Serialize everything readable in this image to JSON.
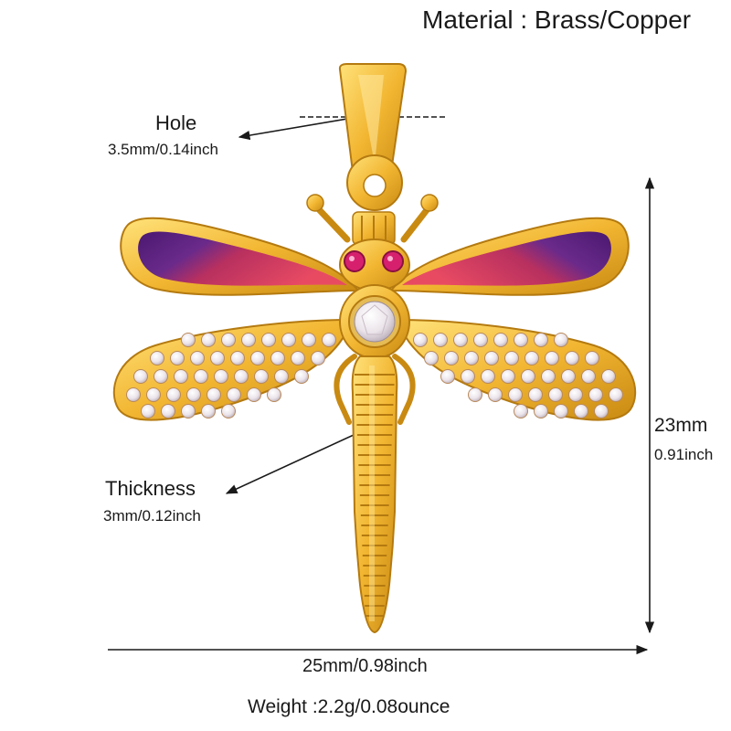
{
  "material": "Material : Brass/Copper",
  "hole": {
    "title": "Hole",
    "value": "3.5mm/0.14inch"
  },
  "thickness": {
    "title": "Thickness",
    "value": "3mm/0.12inch"
  },
  "height": {
    "mm": "23mm",
    "inch": "0.91inch"
  },
  "width": {
    "value": "25mm/0.98inch"
  },
  "weight": "Weight :2.2g/0.08ounce",
  "colors": {
    "gold": "#f2b632",
    "gold_dark": "#c98a12",
    "gold_light": "#ffe27a",
    "enamel_purple": "#5a1f7a",
    "enamel_pink": "#e0405f",
    "crystal": "#f4f0f4",
    "eye": "#d6206e"
  }
}
